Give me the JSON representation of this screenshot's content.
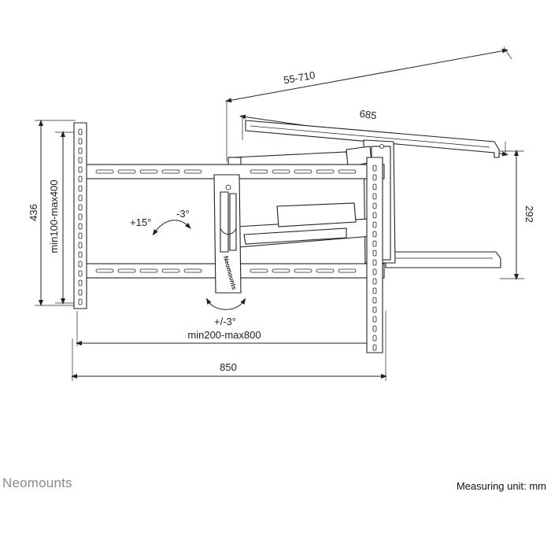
{
  "brand": {
    "name": "Neomounts"
  },
  "footer": {
    "unit_label": "Measuring unit: mm"
  },
  "dimensions": {
    "height_total": "436",
    "vesa_height": "min100-max400",
    "arm_extension": "55-710",
    "arm_width": "685",
    "wall_plate_height": "292",
    "vesa_width": "min200-max800",
    "width_total": "850"
  },
  "angles": {
    "tilt_up": "+15°",
    "tilt_down": "-3°",
    "level_adjust": "+/-3°"
  },
  "product_label": "Neomounts",
  "colors": {
    "line": "#222222",
    "brand_gray": "#8a8a8a",
    "background": "#ffffff"
  }
}
